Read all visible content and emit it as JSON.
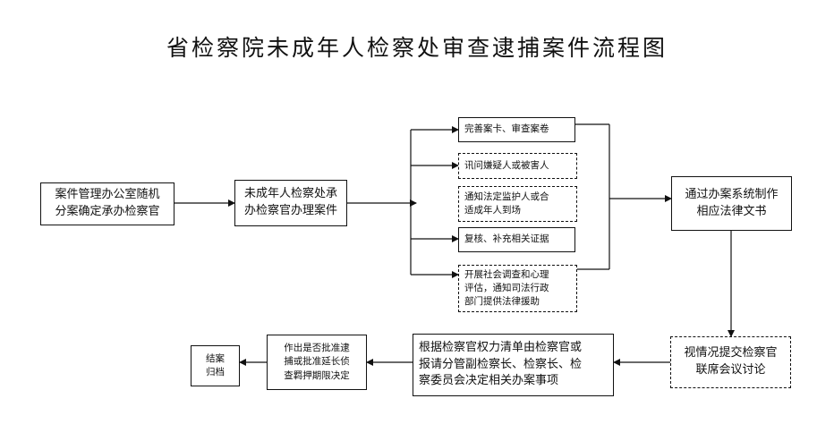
{
  "title": "省检察院未成年人检察处审查逮捕案件流程图",
  "nodes": {
    "assign": "案件管理办公室随机\n分案确定承办检察官",
    "handle": "未成年人检察处承\n办检察官办理案件",
    "step1": "完善案卡、审查案卷",
    "step2": "讯问嫌疑人或被害人",
    "step3": "通知法定监护人或合\n适成年人到场",
    "step4": "复核、补充相关证据",
    "step5": "开展社会调查和心理\n评估，通知司法行政\n部门提供法律援助",
    "docs": "通过办案系统制作\n相应法律文书",
    "discuss": "视情况提交检察官\n联席会议讨论",
    "decide_by": "根据检察官权力清单由检察官或\n报请分管副检察长、检察长、检\n察委员会决定相关办案事项",
    "decision": "作出是否批准逮\n捕或批准延长侦\n查羁押期限决定",
    "archive": "结案\n归档"
  }
}
